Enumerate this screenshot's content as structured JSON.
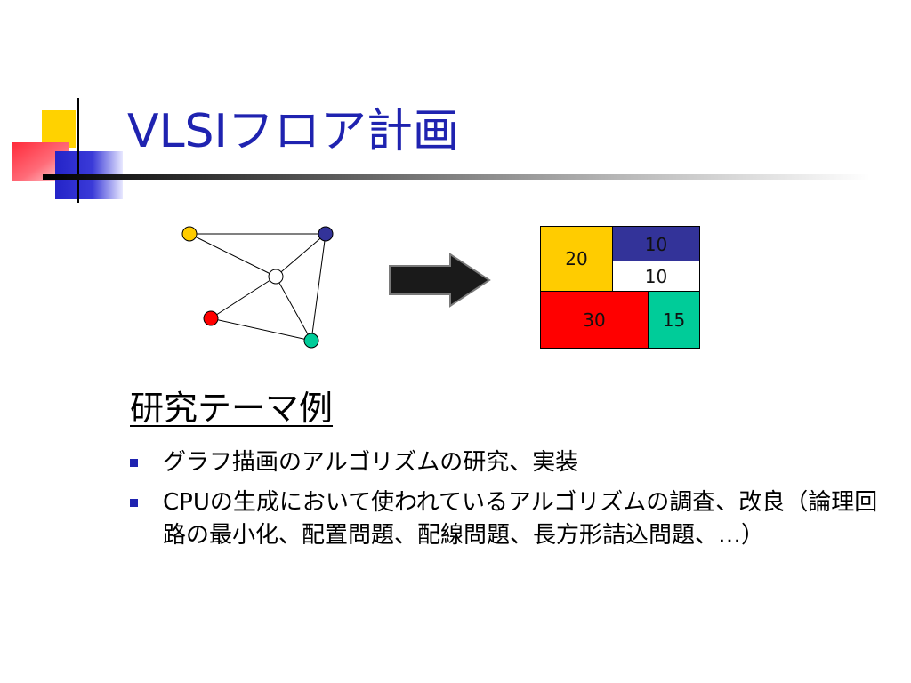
{
  "slide": {
    "title": "VLSIフロア計画",
    "subtitle": "研究テーマ例",
    "bullets": [
      "グラフ描画のアルゴリズムの研究、実装",
      "CPUの生成において使われているアルゴリズムの調査、改良（論理回路の最小化、配置問題、配線問題、長方形詰込問題、…）"
    ]
  },
  "floorplan": {
    "blocks": [
      {
        "label": "20",
        "color": "#ffcc00"
      },
      {
        "label": "10",
        "color": "#333399"
      },
      {
        "label": "10",
        "color": "#ffffff"
      },
      {
        "label": "30",
        "color": "#ff0000"
      },
      {
        "label": "15",
        "color": "#00cc99"
      }
    ]
  },
  "graph": {
    "node_colors": [
      "#ffcc00",
      "#333399",
      "#ffffff",
      "#ff0000",
      "#00cc99"
    ]
  },
  "colors": {
    "title": "#1f23b0",
    "bullet": "#1f23b0",
    "arrow": "#1a1a1a"
  }
}
